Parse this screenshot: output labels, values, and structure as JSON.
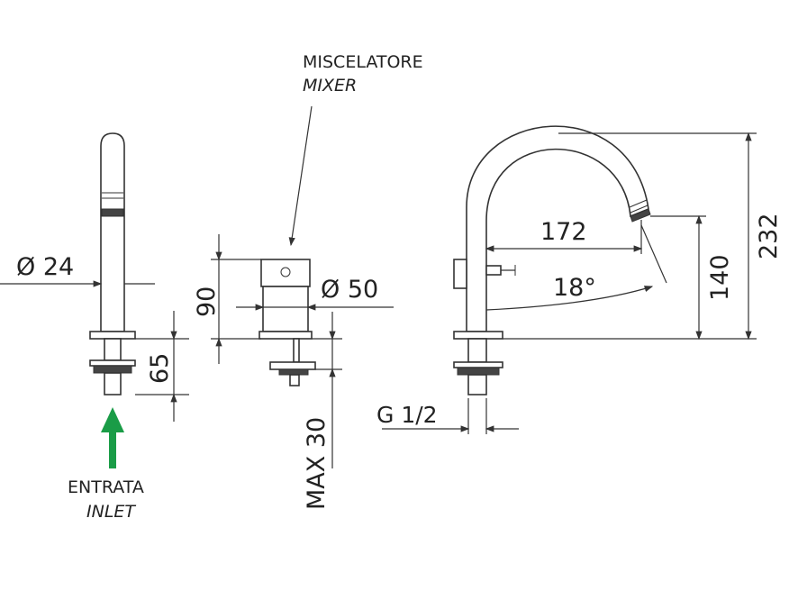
{
  "labels": {
    "mixer_it": "MISCELATORE",
    "mixer_en": "MIXER",
    "inlet_it": "ENTRATA",
    "inlet_en": "INLET"
  },
  "dimensions": {
    "spout_diameter": "Ø 24",
    "spout_height_below": "65",
    "mixer_height": "90",
    "mixer_diameter": "Ø 50",
    "max_thickness": "MAX 30",
    "connection": "G 1/2",
    "reach": "172",
    "swivel_angle": "18°",
    "outlet_height": "140",
    "total_height": "232"
  },
  "colors": {
    "inlet_arrow": "#1a9c47",
    "lines": "#333333"
  }
}
